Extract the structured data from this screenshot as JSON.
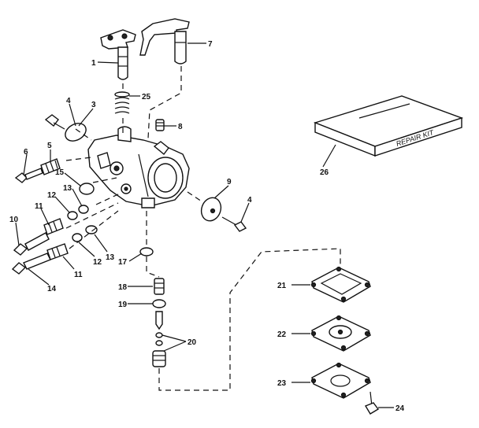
{
  "callouts": [
    {
      "id": "c1",
      "text": "1"
    },
    {
      "id": "c7",
      "text": "7"
    },
    {
      "id": "c25",
      "text": "25"
    },
    {
      "id": "c4a",
      "text": "4"
    },
    {
      "id": "c3",
      "text": "3"
    },
    {
      "id": "c8",
      "text": "8"
    },
    {
      "id": "c6",
      "text": "6"
    },
    {
      "id": "c5",
      "text": "5"
    },
    {
      "id": "c15",
      "text": "15"
    },
    {
      "id": "c13a",
      "text": "13"
    },
    {
      "id": "c12a",
      "text": "12"
    },
    {
      "id": "c11a",
      "text": "11"
    },
    {
      "id": "c10",
      "text": "10"
    },
    {
      "id": "c9",
      "text": "9"
    },
    {
      "id": "c4b",
      "text": "4"
    },
    {
      "id": "c12b",
      "text": "12"
    },
    {
      "id": "c13b",
      "text": "13"
    },
    {
      "id": "c11b",
      "text": "11"
    },
    {
      "id": "c14",
      "text": "14"
    },
    {
      "id": "c17",
      "text": "17"
    },
    {
      "id": "c18",
      "text": "18"
    },
    {
      "id": "c19",
      "text": "19"
    },
    {
      "id": "c20",
      "text": "20"
    },
    {
      "id": "c26",
      "text": "26"
    },
    {
      "id": "c21",
      "text": "21"
    },
    {
      "id": "c22",
      "text": "22"
    },
    {
      "id": "c23",
      "text": "23"
    },
    {
      "id": "c24",
      "text": "24"
    }
  ],
  "repair_kit_label": "REPAIR KIT"
}
